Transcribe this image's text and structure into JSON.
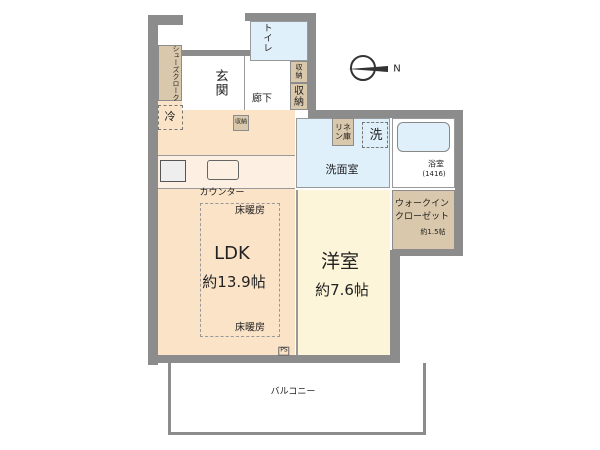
{
  "plan": {
    "rooms": {
      "ldk": {
        "label": "LDK",
        "area": "約13.9帖"
      },
      "floor_heating_top": "床暖房",
      "floor_heating_bottom": "床暖房",
      "counter": "カウンター",
      "western_room": {
        "label": "洋室",
        "area": "約7.6帖"
      },
      "washroom": "洗面室",
      "washer": "洗",
      "linen": "リネン庫",
      "bath": {
        "label": "浴室",
        "size": "(1416)"
      },
      "wic": {
        "line1": "ウォークイン",
        "line2": "クローゼット",
        "area": "約1.5帖"
      },
      "entrance": "玄関",
      "hallway": "廊下",
      "storage_large": "収納",
      "storage_small": "収納",
      "storage_ldk": "収納",
      "toilet": "トイレ",
      "shoe_closet": "シューズクローク",
      "fridge": "冷",
      "ps": "PS",
      "balcony": "バルコニー"
    },
    "compass": {
      "label": "N",
      "icon": "compass-icon"
    },
    "colors": {
      "ldk": "#fbe3c8",
      "western": "#fdf5da",
      "wet": "#e0f0fa",
      "storage": "#d9c8ab",
      "wall": "#8c8c8c"
    }
  }
}
